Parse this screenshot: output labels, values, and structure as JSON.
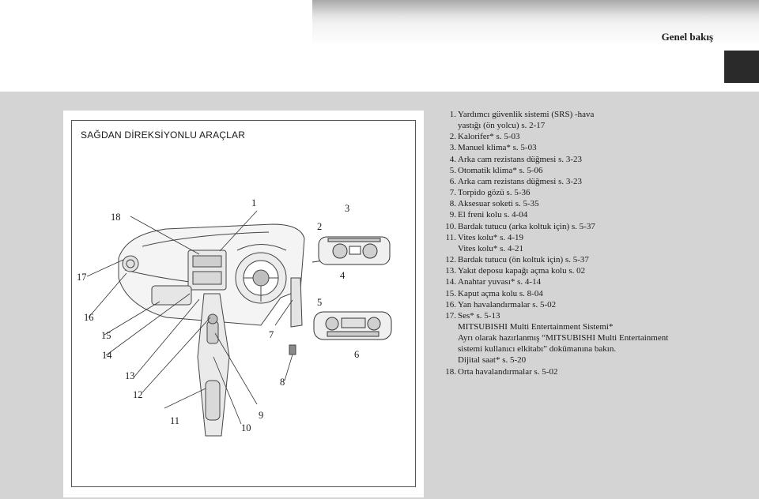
{
  "header": {
    "title": "Genel bakış"
  },
  "figure": {
    "section_label": "SAĞDAN DİREKSİYONLU ARAÇLAR",
    "callouts": [
      "1",
      "2",
      "3",
      "4",
      "5",
      "6",
      "7",
      "8",
      "9",
      "10",
      "11",
      "12",
      "13",
      "14",
      "15",
      "16",
      "17",
      "18"
    ]
  },
  "legend": [
    {
      "num": "1.",
      "lines": [
        "Yardımcı güvenlik sistemi (SRS) -hava",
        "yastığı (ön yolcu) s. 2-17"
      ]
    },
    {
      "num": "2.",
      "lines": [
        "Kalorifer* s. 5-03"
      ]
    },
    {
      "num": "3.",
      "lines": [
        "Manuel klima* s. 5-03"
      ]
    },
    {
      "num": "4.",
      "lines": [
        "Arka cam rezistans düğmesi s. 3-23"
      ]
    },
    {
      "num": "5.",
      "lines": [
        "Otomatik klima* s. 5-06"
      ]
    },
    {
      "num": "6.",
      "lines": [
        "Arka cam rezistans düğmesi s. 3-23"
      ]
    },
    {
      "num": "7.",
      "lines": [
        "Torpido gözü s. 5-36"
      ]
    },
    {
      "num": "8.",
      "lines": [
        "Aksesuar soketi s. 5-35"
      ]
    },
    {
      "num": "9.",
      "lines": [
        "El freni kolu s. 4-04"
      ]
    },
    {
      "num": "10.",
      "lines": [
        "Bardak tutucu (arka koltuk için) s. 5-37"
      ]
    },
    {
      "num": "11.",
      "lines": [
        "Vites kolu* s. 4-19",
        "Vites kolu* s. 4-21"
      ]
    },
    {
      "num": "12.",
      "lines": [
        "Bardak tutucu (ön koltuk için) s. 5-37"
      ]
    },
    {
      "num": "13.",
      "lines": [
        "Yakıt deposu kapağı açma kolu s. 02"
      ]
    },
    {
      "num": "14.",
      "lines": [
        "Anahtar yuvası* s. 4-14"
      ]
    },
    {
      "num": "15.",
      "lines": [
        "Kaput açma kolu s. 8-04"
      ]
    },
    {
      "num": "16.",
      "lines": [
        "Yan havalandırmalar s. 5-02"
      ]
    },
    {
      "num": "17.",
      "lines": [
        "Ses* s. 5-13",
        "MITSUBISHI Multi Entertainment Sistemi*",
        "Ayrı olarak hazırlanmış “MITSUBISHI Multi Entertainment",
        "sistemi kullanıcı elkitabı” dokümanına bakın.",
        "Dijital saat* s. 5-20"
      ]
    },
    {
      "num": "18.",
      "lines": [
        "Orta havalandırmalar s. 5-02"
      ]
    }
  ]
}
